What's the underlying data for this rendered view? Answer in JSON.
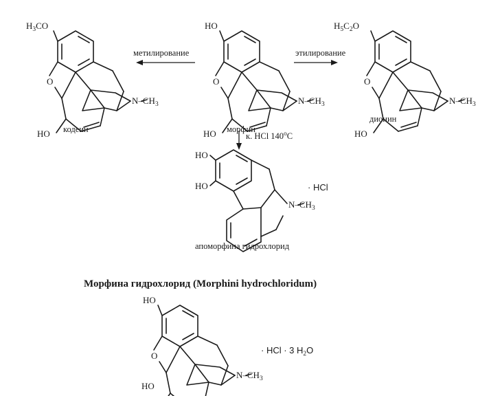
{
  "reactions": {
    "methylation": "метилирование",
    "ethylation": "этилирование",
    "conditions_prefix": "к. HCl 140",
    "conditions_degree": "o",
    "conditions_unit": "C"
  },
  "compounds": {
    "codeine": {
      "name": "кодеин",
      "substituent": "H3CO",
      "substituent_parts": [
        "H",
        "3",
        "CO"
      ],
      "oxygen": "O",
      "hydroxyl": "HO",
      "amine": "N–CH3",
      "amine_parts": [
        "N–CH",
        "3"
      ]
    },
    "morphine": {
      "name": "морфин",
      "phenol": "HO",
      "oxygen": "O",
      "hydroxyl": "HO",
      "amine": "N–CH3",
      "amine_parts": [
        "N–CH",
        "3"
      ]
    },
    "dionine": {
      "name": "дионин",
      "substituent": "H5C2O",
      "substituent_parts": [
        "H",
        "5",
        "C",
        "2",
        "O"
      ],
      "oxygen": "O",
      "hydroxyl": "HO",
      "amine": "N–CH3",
      "amine_parts": [
        "N–CH",
        "3"
      ]
    },
    "apomorphine": {
      "name": "апоморфина гидрохлорид",
      "hydroxyl_1": "HO",
      "hydroxyl_2": "HO",
      "salt": "· HCl",
      "amine": "N–CH3",
      "amine_parts": [
        "N–CH",
        "3"
      ]
    },
    "morphine_hcl": {
      "phenol": "HO",
      "oxygen": "O",
      "hydroxyl": "HO",
      "amine": "N–CH3",
      "amine_parts": [
        "N–CH",
        "3"
      ],
      "salt": "· HCl · 3 H2O",
      "salt_parts": [
        "· HCl · 3 H",
        "2",
        "O"
      ]
    }
  },
  "section_title": "Морфина гидрохлорид (Morphini hydrochloridum)"
}
